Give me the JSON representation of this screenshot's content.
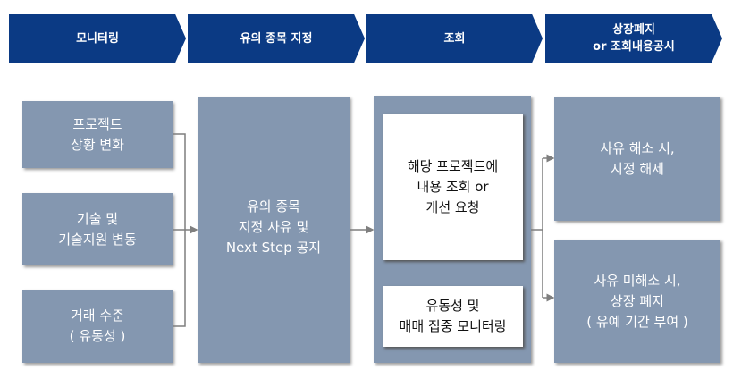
{
  "header": [
    "모니터링",
    "유의 종목 지정",
    "조회",
    "상장폐지\nor 조회내용공시"
  ],
  "left": [
    "프로젝트\n상황 변화",
    "기술 및\n기술지원 변동",
    "거래 수준\n( 유동성 )"
  ],
  "middle": "유의 종목\n지정 사유 및\nNext Step 공지",
  "inquiry": [
    "해당 프로젝트에\n내용 조회 or\n개선 요청",
    "유동성 및\n매매 집중 모니터링"
  ],
  "right": [
    "사유 해소 시,\n지정 해제",
    "사유 미해소 시,\n상장 폐지\n( 유예 기간 부여 )"
  ],
  "colors": {
    "header": "#0b3a84",
    "box": "#8497b0",
    "connector": "#7f7f7f"
  }
}
